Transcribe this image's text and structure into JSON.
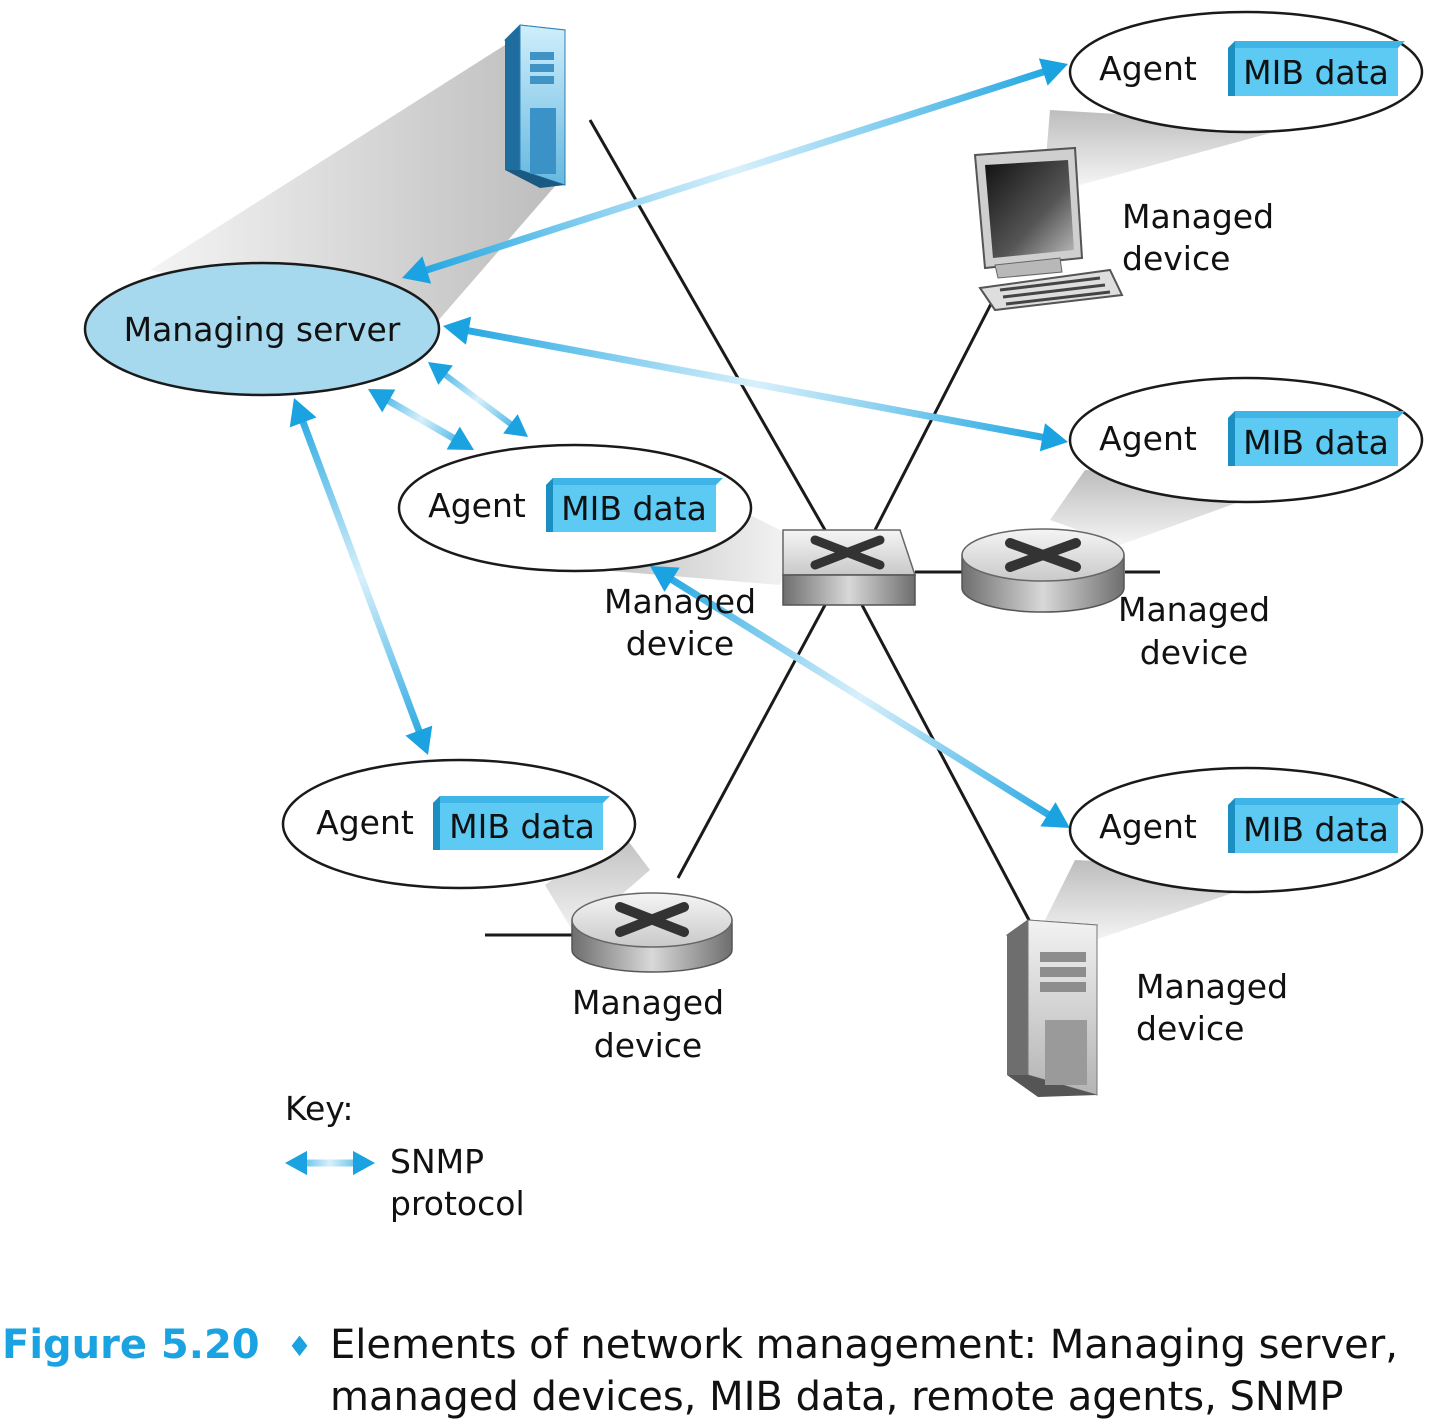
{
  "managing_server": {
    "label": "Managing server"
  },
  "agents": [
    {
      "agent_label": "Agent",
      "mib_label": "MIB data"
    },
    {
      "agent_label": "Agent",
      "mib_label": "MIB data"
    },
    {
      "agent_label": "Agent",
      "mib_label": "MIB data"
    },
    {
      "agent_label": "Agent",
      "mib_label": "MIB data"
    },
    {
      "agent_label": "Agent",
      "mib_label": "MIB data"
    }
  ],
  "managed_devices": [
    {
      "line1": "Managed",
      "line2": "device"
    },
    {
      "line1": "Managed",
      "line2": "device"
    },
    {
      "line1": "Managed",
      "line2": "device"
    },
    {
      "line1": "Managed",
      "line2": "device"
    },
    {
      "line1": "Managed",
      "line2": "device"
    }
  ],
  "key": {
    "title": "Key:",
    "line1": "SNMP",
    "line2": "protocol"
  },
  "caption": {
    "number": "Figure 5.20",
    "separator": "♦",
    "line1": "Elements of network management: Managing server,",
    "line2": "managed devices, MIB data, remote agents, SNMP"
  },
  "colors": {
    "snmp_arrow": "#1aa3e0",
    "mib_box": "#5ccaf2",
    "managing_server": "#a7d9ee"
  }
}
